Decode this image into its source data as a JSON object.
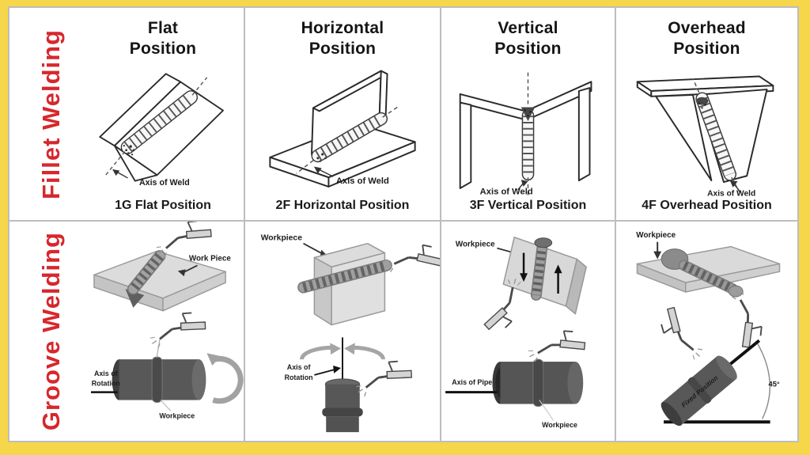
{
  "colors": {
    "frame_yellow": "#f6d64a",
    "grid_line_gray": "#bdbdbd",
    "row_label_red": "#d7272d",
    "ink": "#1c1c1c"
  },
  "row_labels": {
    "fillet": "Fillet Welding",
    "groove": "Groove Welding"
  },
  "fillet_row": {
    "cells": [
      {
        "title_line1": "Flat",
        "title_line2": "Position",
        "axis_label": "Axis of Weld",
        "caption": "1G Flat Position"
      },
      {
        "title_line1": "Horizontal",
        "title_line2": "Position",
        "axis_label": "Axis of Weld",
        "caption": "2F Horizontal Position"
      },
      {
        "title_line1": "Vertical",
        "title_line2": "Position",
        "axis_label": "Axis of Weld",
        "caption": "3F Vertical Position"
      },
      {
        "title_line1": "Overhead",
        "title_line2": "Position",
        "axis_label": "Axis of Weld",
        "caption": "4F Overhead Position"
      }
    ]
  },
  "groove_row": {
    "cells": [
      {
        "workpiece_label": "Work Piece",
        "axis_label_line1": "Axis of",
        "axis_label_line2": "Rotation",
        "pipe_workpiece_label": "Workpiece"
      },
      {
        "workpiece_label": "Workpiece",
        "axis_label_line1": "Axis of",
        "axis_label_line2": "Rotation"
      },
      {
        "workpiece_label": "Workpiece",
        "axis_of_pipe_label": "Axis of Pipe",
        "pipe_workpiece_label": "Workpiece"
      },
      {
        "workpiece_label": "Workpiece",
        "fixed_position_label": "Fixed Position",
        "angle_label": "45°"
      }
    ]
  }
}
